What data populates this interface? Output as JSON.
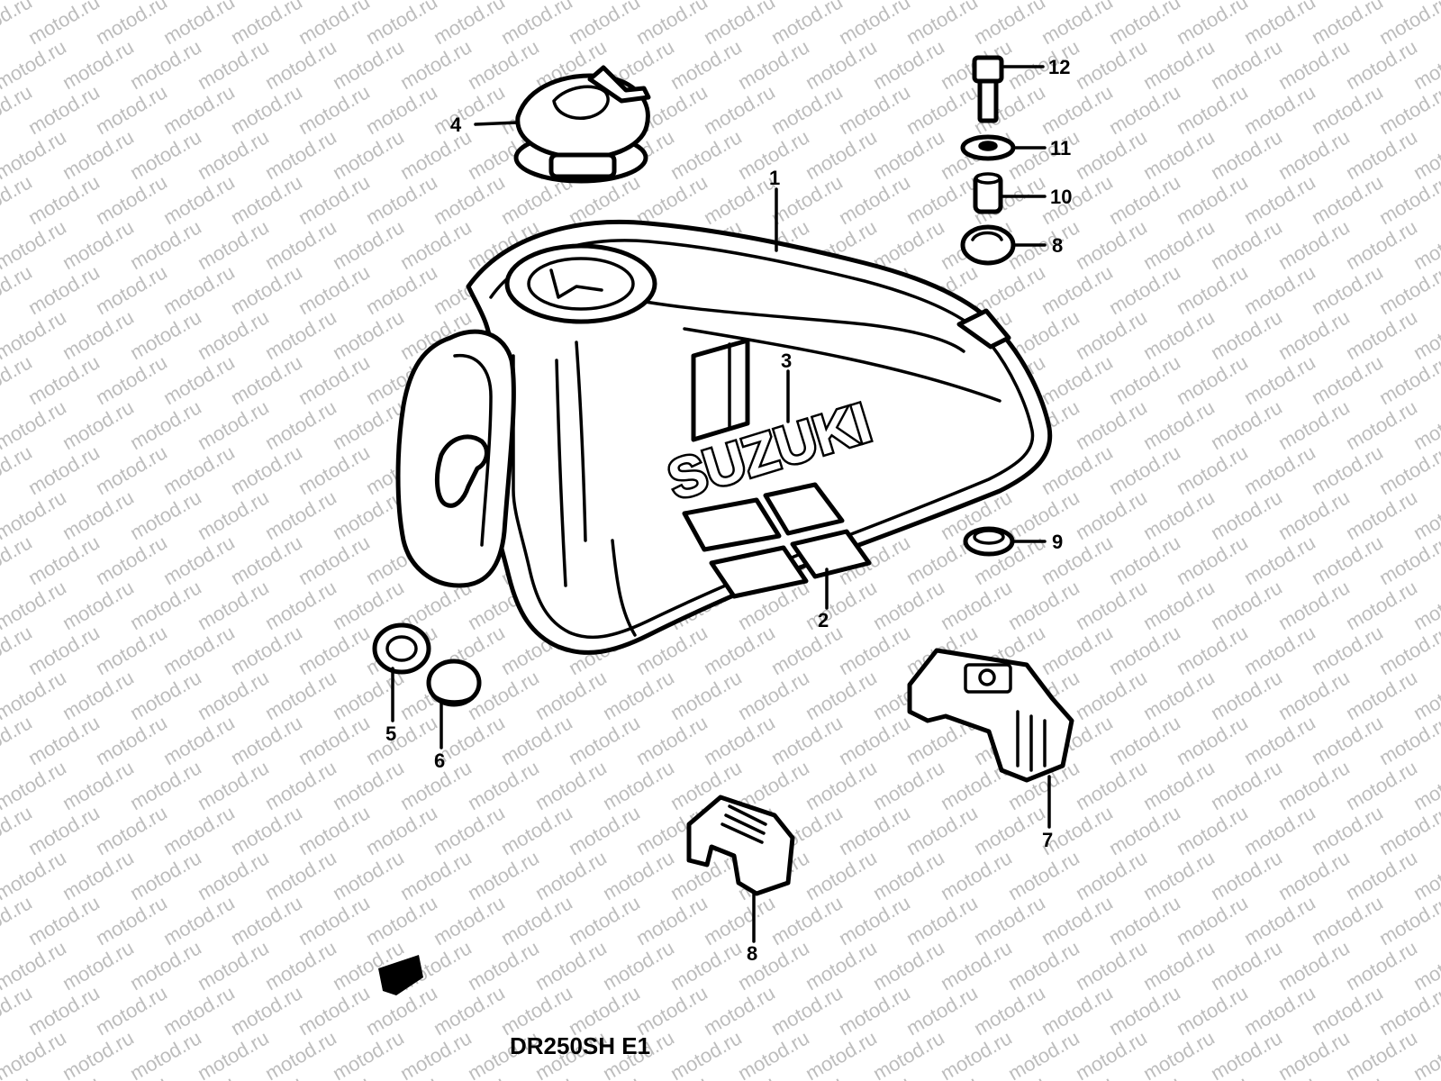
{
  "watermark": {
    "text": "motod.ru",
    "color": "#bdbdbd"
  },
  "diagram": {
    "brand_logo": "SUZUKI",
    "model_code": "DR250SH E1",
    "line_color": "#000000",
    "background": "#ffffff"
  },
  "callouts": [
    {
      "id": "1",
      "label": "1",
      "part": "fuel-tank"
    },
    {
      "id": "2",
      "label": "2",
      "part": "tank-stripe"
    },
    {
      "id": "3",
      "label": "3",
      "part": "tank-emblem"
    },
    {
      "id": "4",
      "label": "4",
      "part": "fuel-cap"
    },
    {
      "id": "5",
      "label": "5",
      "part": "cushion"
    },
    {
      "id": "6",
      "label": "6",
      "part": "cushion-2"
    },
    {
      "id": "7",
      "label": "7",
      "part": "front-cover"
    },
    {
      "id": "8",
      "label": "8",
      "part": "lower-cover"
    },
    {
      "id": "9",
      "label": "9",
      "part": "grommet"
    },
    {
      "id": "10",
      "label": "10",
      "part": "spacer"
    },
    {
      "id": "11",
      "label": "11",
      "part": "washer"
    },
    {
      "id": "12",
      "label": "12",
      "part": "bolt"
    },
    {
      "id": "8b",
      "label": "8",
      "part": "rear-cushion"
    }
  ]
}
